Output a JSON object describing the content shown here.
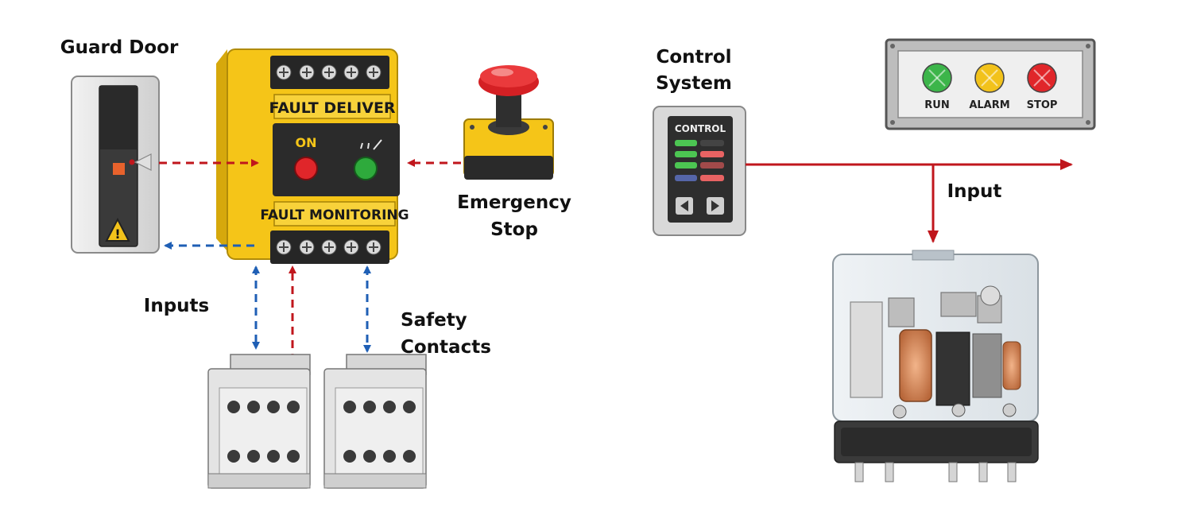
{
  "labels": {
    "guard_door": "Guard Door",
    "emergency_stop_line1": "Emergency",
    "emergency_stop_line2": "Stop",
    "inputs": "Inputs",
    "safety_contacts_line1": "Safety",
    "safety_contacts_line2": "Contacts",
    "control_system_line1": "Control",
    "control_system_line2": "System",
    "input": "Input"
  },
  "relay_module": {
    "top_plate": "FAULT DELIVER",
    "bottom_plate": "FAULT MONITORING",
    "on_label": "ON"
  },
  "control_panel": {
    "title": "CONTROL"
  },
  "status_panel": {
    "lamps": [
      {
        "label": "RUN",
        "color": "#3cb54a"
      },
      {
        "label": "ALARM",
        "color": "#f2c21b"
      },
      {
        "label": "STOP",
        "color": "#e0262a"
      }
    ]
  },
  "colors": {
    "signal_red": "#c0161c",
    "signal_blue": "#1f5fb5",
    "module_yellow": "#f5c518"
  }
}
